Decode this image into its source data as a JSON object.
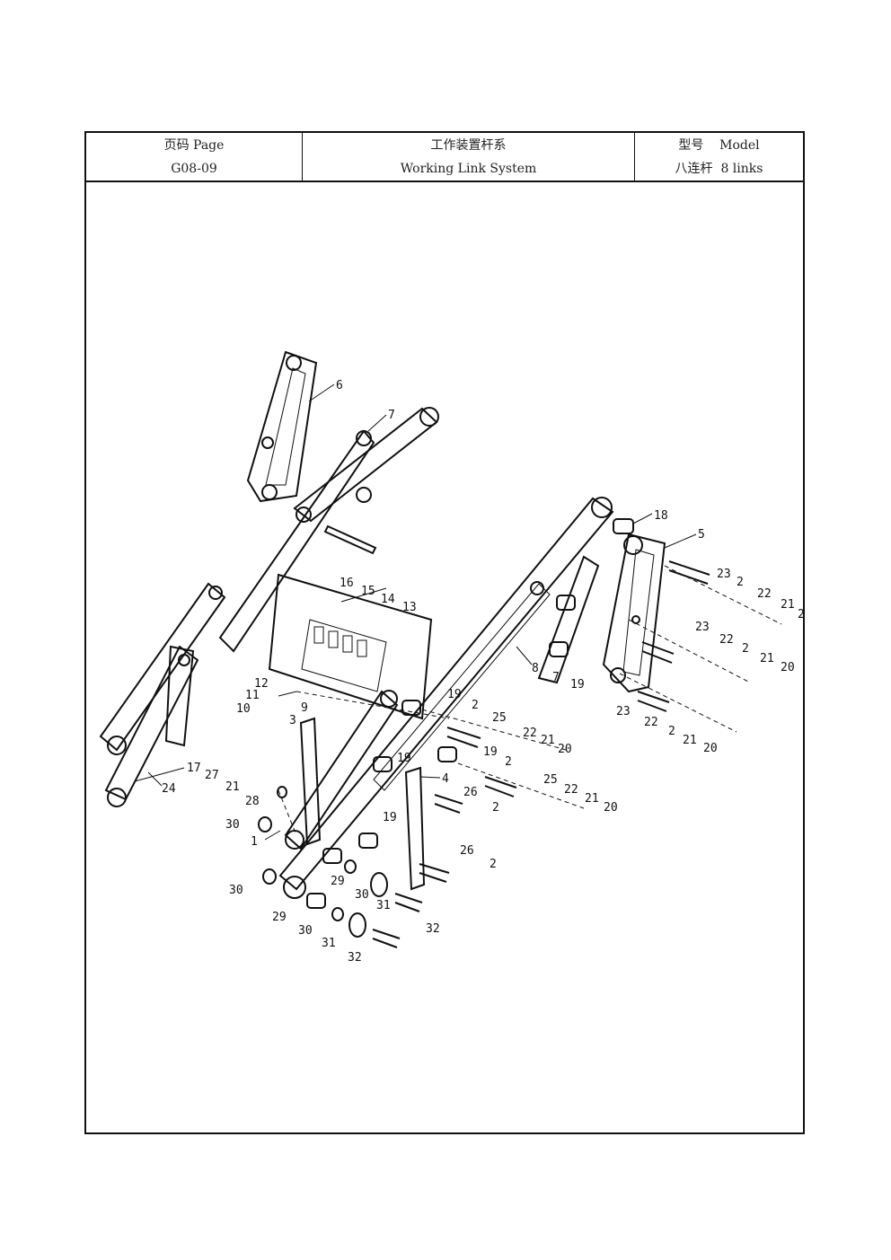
{
  "header": {
    "page_label": "页码 Page",
    "page_number": "G08-09",
    "title_cn": "工作装置杆系",
    "title_en": "Working Link System",
    "model_label": "型号    Model",
    "model_value": "八连杆  8 links"
  },
  "callouts": [
    {
      "label": "6"
    },
    {
      "label": "7"
    },
    {
      "label": "18"
    },
    {
      "label": "5"
    },
    {
      "label": "2"
    },
    {
      "label": "23"
    },
    {
      "label": "22"
    },
    {
      "label": "21"
    },
    {
      "label": "2"
    },
    {
      "label": "16"
    },
    {
      "label": "15"
    },
    {
      "label": "14"
    },
    {
      "label": "13"
    },
    {
      "label": "23"
    },
    {
      "label": "22"
    },
    {
      "label": "2"
    },
    {
      "label": "21"
    },
    {
      "label": "20"
    },
    {
      "label": "8"
    },
    {
      "label": "7"
    },
    {
      "label": "19"
    },
    {
      "label": "12"
    },
    {
      "label": "11"
    },
    {
      "label": "10"
    },
    {
      "label": "9"
    },
    {
      "label": "3"
    },
    {
      "label": "19"
    },
    {
      "label": "2"
    },
    {
      "label": "25"
    },
    {
      "label": "22"
    },
    {
      "label": "21"
    },
    {
      "label": "20"
    },
    {
      "label": "23"
    },
    {
      "label": "22"
    },
    {
      "label": "2"
    },
    {
      "label": "21"
    },
    {
      "label": "20"
    },
    {
      "label": "19"
    },
    {
      "label": "2"
    },
    {
      "label": "19"
    },
    {
      "label": "17"
    },
    {
      "label": "24"
    },
    {
      "label": "27"
    },
    {
      "label": "21"
    },
    {
      "label": "28"
    },
    {
      "label": "4"
    },
    {
      "label": "26"
    },
    {
      "label": "25"
    },
    {
      "label": "22"
    },
    {
      "label": "21"
    },
    {
      "label": "20"
    },
    {
      "label": "2"
    },
    {
      "label": "30"
    },
    {
      "label": "1"
    },
    {
      "label": "19"
    },
    {
      "label": "26"
    },
    {
      "label": "2"
    },
    {
      "label": "29"
    },
    {
      "label": "30"
    },
    {
      "label": "30"
    },
    {
      "label": "31"
    },
    {
      "label": "29"
    },
    {
      "label": "32"
    },
    {
      "label": "30"
    },
    {
      "label": "31"
    },
    {
      "label": "32"
    }
  ]
}
